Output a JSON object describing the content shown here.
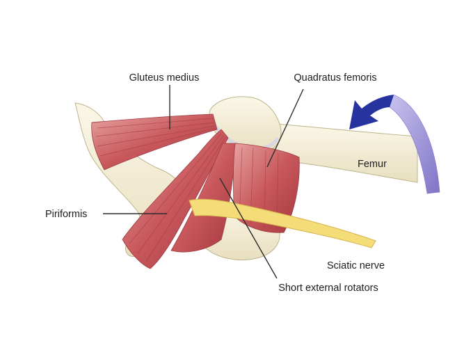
{
  "labels": {
    "gluteus_medius": "Gluteus medius",
    "quadratus_femoris": "Quadratus femoris",
    "femur": "Femur",
    "piriformis": "Piriformis",
    "sciatic_nerve": "Sciatic nerve",
    "short_external_rotators": "Short external rotators"
  },
  "colors": {
    "muscle": "#c8585c",
    "muscle_dark": "#9c3a40",
    "bone": "#f1ead2",
    "bone_shadow": "#d9cfaa",
    "nerve": "#f4dc78",
    "arrow_dark": "#2734a0",
    "arrow_light": "#9c93d6",
    "cartilage": "#dcdce6"
  }
}
